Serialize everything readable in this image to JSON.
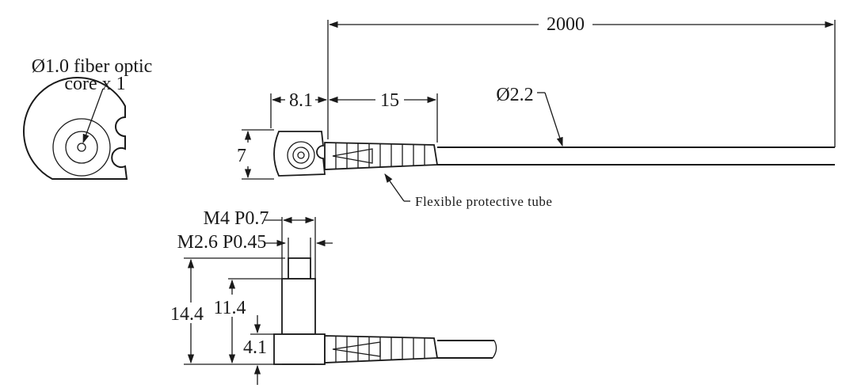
{
  "front_view": {
    "core_label_line1": "Ø1.0 fiber optic",
    "core_label_line2": "core x 1"
  },
  "top_view": {
    "length_dim": "2000",
    "diameter_dim": "Ø2.2",
    "head_width_dim": "8.1",
    "tube_length_dim": "15",
    "head_height_dim": "7",
    "tube_label": "Flexible protective tube"
  },
  "side_view": {
    "thread_major": "M4 P0.7",
    "thread_minor": "M2.6 P0.45",
    "overall_height_dim": "14.4",
    "thread_height_dim": "11.4",
    "body_height_dim": "4.1"
  }
}
